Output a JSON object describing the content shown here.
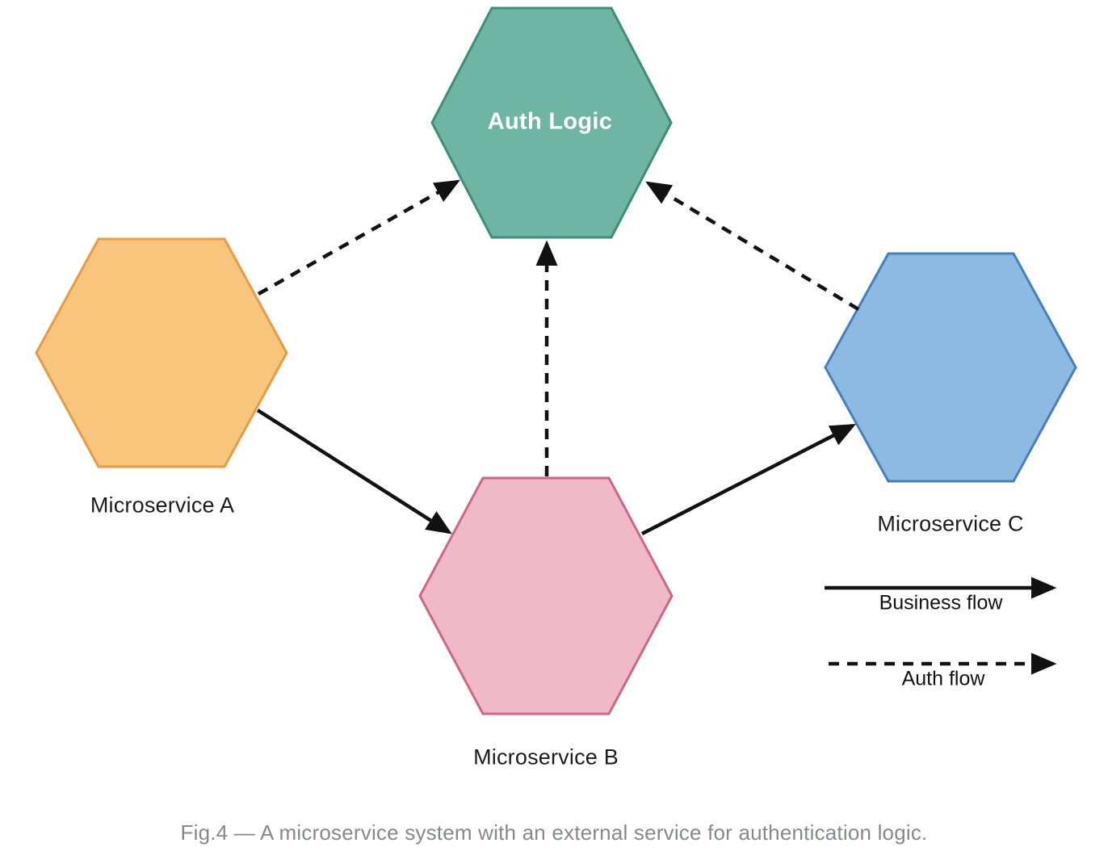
{
  "figure": {
    "caption": "Fig.4 — A microservice system with an external service for authentication logic."
  },
  "diagram": {
    "nodes": [
      {
        "id": "auth-logic",
        "label": "Auth Logic",
        "shape": "hexagon",
        "fill": "#6FB5A3",
        "stroke": "#3E8E75",
        "text_color": "#FFFFFF"
      },
      {
        "id": "microservice-a",
        "label": "Microservice A",
        "shape": "hexagon",
        "fill": "#F8C57C",
        "stroke": "#E89A44",
        "text_color": "#1B1B1B"
      },
      {
        "id": "microservice-b",
        "label": "Microservice B",
        "shape": "hexagon",
        "fill": "#EFB9C8",
        "stroke": "#CE6686",
        "text_color": "#1B1B1B"
      },
      {
        "id": "microservice-c",
        "label": "Microservice C",
        "shape": "hexagon",
        "fill": "#8DBAE3",
        "stroke": "#4380BD",
        "text_color": "#1B1B1B"
      }
    ],
    "edges": [
      {
        "from": "microservice-a",
        "to": "auth-logic",
        "flow": "auth",
        "style": "dashed"
      },
      {
        "from": "microservice-b",
        "to": "auth-logic",
        "flow": "auth",
        "style": "dashed"
      },
      {
        "from": "microservice-c",
        "to": "auth-logic",
        "flow": "auth",
        "style": "dashed"
      },
      {
        "from": "microservice-a",
        "to": "microservice-b",
        "flow": "business",
        "style": "solid"
      },
      {
        "from": "microservice-b",
        "to": "microservice-c",
        "flow": "business",
        "style": "solid"
      }
    ],
    "edge_color": "#111111"
  },
  "legend": {
    "items": [
      {
        "label": "Business flow",
        "style": "solid"
      },
      {
        "label": "Auth flow",
        "style": "dashed"
      }
    ]
  }
}
